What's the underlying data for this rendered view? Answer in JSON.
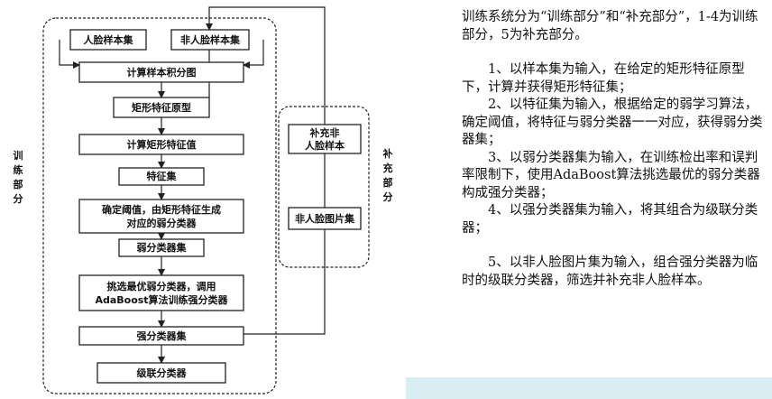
{
  "diagram": {
    "boxes": {
      "face_set": "人脸样本集",
      "nonface_set": "非人脸样本集",
      "integral": "计算样本积分图",
      "prototype": "矩形特征原型",
      "feature_value": "计算矩形特征值",
      "feature_set": "特征集",
      "threshold": [
        "确定阈值，由矩形特征生成",
        "对应的弱分类器"
      ],
      "weak_set": "弱分类器集",
      "select": [
        "挑选最优弱分类器，调用",
        "AdaBoost算法训练强分类器"
      ],
      "strong_set": "强分类器集",
      "cascade": "级联分类器",
      "supplement_nonface": [
        "补充非",
        "人脸样本"
      ],
      "nonface_images": "非人脸图片集"
    },
    "side_labels": {
      "train": [
        "训",
        "练",
        "部",
        "分"
      ],
      "supplement": [
        "补",
        "充",
        "部",
        "分"
      ]
    }
  },
  "description": {
    "intro": "训练系统分为“训练部分”和“补充部分”，1-4为训练部分，5为补充部分。",
    "step1": "1、以样本集为输入，在给定的矩形特征原型下，计算并获得矩形特征集；",
    "step2": "2、以特征集为输入，根据给定的弱学习算法，确定阈值，将特征与弱分类器一一对应，获得弱分类器集；",
    "step3": "3、以弱分类器集为输入，在训练检出率和误判率限制下，使用AdaBoost算法挑选最优的弱分类器构成强分类器；",
    "step4": "4、以强分类器集为输入，将其组合为级联分类器；",
    "step5": "5、以非人脸图片集为输入，组合强分类器为临时的级联分类器，筛选并补充非人脸样本。"
  },
  "colors": {
    "band": "#d9eef2",
    "ink": "#222222"
  }
}
